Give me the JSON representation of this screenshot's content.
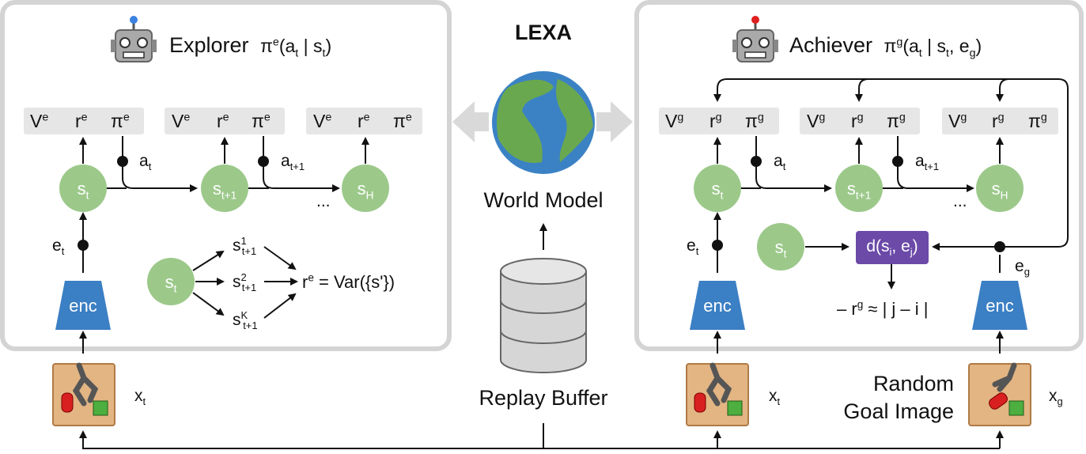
{
  "title": "LEXA",
  "explorer": {
    "name": "Explorer",
    "policy_prefix": "π",
    "policy_sup": "e",
    "policy_arg_a": "a",
    "policy_arg_a_sub": "t",
    "policy_sep": " | ",
    "policy_arg_s": "s",
    "policy_arg_s_sub": "t",
    "header_cells": [
      "V",
      "r",
      "π"
    ],
    "header_sup": "e",
    "nodes": [
      {
        "base": "s",
        "sub": "t"
      },
      {
        "base": "s",
        "sub": "t+1"
      },
      {
        "base": "s",
        "sub": "H"
      }
    ],
    "actions": [
      {
        "base": "a",
        "sub": "t"
      },
      {
        "base": "a",
        "sub": "t+1"
      }
    ],
    "ellipsis": "...",
    "embed": {
      "base": "e",
      "sub": "t"
    },
    "encoder": "enc",
    "observation": {
      "base": "x",
      "sub": "t"
    },
    "ensemble": {
      "start": {
        "base": "s",
        "sub": "t"
      },
      "preds": [
        {
          "base": "s",
          "sup": "1",
          "sub": "t+1"
        },
        {
          "base": "s",
          "sup": "2",
          "sub": "t+1"
        },
        {
          "base": "s",
          "sup": "K",
          "sub": "t+1"
        }
      ],
      "reward": {
        "r": "r",
        "sup": "e",
        "rest": " = Var({s'})"
      }
    }
  },
  "achiever": {
    "name": "Achiever",
    "policy_prefix": "π",
    "policy_sup": "g",
    "policy_arg_a": "a",
    "policy_arg_a_sub": "t",
    "policy_sep": " | ",
    "policy_arg_s": "s",
    "policy_arg_s_sub": "t",
    "policy_arg_e": "e",
    "policy_arg_e_sub": "g",
    "header_cells": [
      "V",
      "r",
      "π"
    ],
    "header_sup": "g",
    "nodes": [
      {
        "base": "s",
        "sub": "t"
      },
      {
        "base": "s",
        "sub": "t+1"
      },
      {
        "base": "s",
        "sub": "H"
      }
    ],
    "actions": [
      {
        "base": "a",
        "sub": "t"
      },
      {
        "base": "a",
        "sub": "t+1"
      }
    ],
    "ellipsis": "...",
    "embed": {
      "base": "e",
      "sub": "t"
    },
    "goal_embed": {
      "base": "e",
      "sub": "g"
    },
    "encoder": "enc",
    "observation": {
      "base": "x",
      "sub": "t"
    },
    "goal_observation": {
      "base": "x",
      "sub": "g"
    },
    "goal_image_label_line1": "Random",
    "goal_image_label_line2": "Goal Image",
    "distance": {
      "d": "d(s",
      "i": "i",
      "mid": ", e",
      "j": "j",
      "end": ")"
    },
    "distance_state": {
      "base": "s",
      "sub": "t"
    },
    "reward_eq": {
      "pre": "– r",
      "sup": "g",
      "post": " ≈ | j – i |"
    }
  },
  "world_model_label": "World Model",
  "replay_buffer_label": "Replay Buffer",
  "colors": {
    "panel_border": "#d4d4d4",
    "header_fill": "#e6e6e6",
    "state_node": "#9cc98a",
    "encoder": "#3b7fc4",
    "distance_box": "#6b4aa8",
    "globe_ocean": "#3b82c4",
    "globe_land": "#6aa84f",
    "robot_image_bg": "#e2b583",
    "robot_icon_gray": "#a9a9a9",
    "antenna_explorer": "#3b82e0",
    "antenna_achiever": "#e02020"
  }
}
